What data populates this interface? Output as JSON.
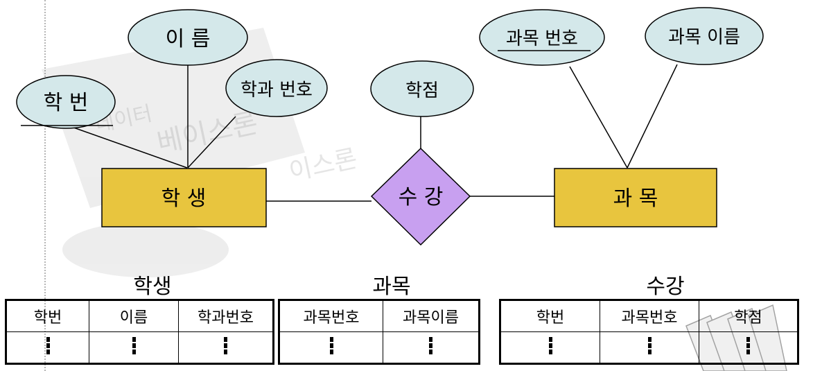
{
  "diagram": {
    "entities": [
      {
        "id": "student",
        "label": "학 생"
      },
      {
        "id": "course",
        "label": "과 목"
      }
    ],
    "relationship": {
      "id": "enroll",
      "label": "수 강"
    },
    "attributes": [
      {
        "id": "student-id",
        "label": "학 번",
        "key": true
      },
      {
        "id": "name",
        "label": "이 름",
        "key": false
      },
      {
        "id": "dept-no",
        "label": "학과 번호",
        "key": false
      },
      {
        "id": "grade",
        "label": "학점",
        "key": false
      },
      {
        "id": "course-no",
        "label": "과목 번호",
        "key": true
      },
      {
        "id": "course-name",
        "label": "과목 이름",
        "key": false
      }
    ],
    "colors": {
      "attribute_fill": "#d4e8ea",
      "entity_fill": "#e8c53e",
      "relationship_fill": "#c8a0f0"
    }
  },
  "tables": [
    {
      "title": "학생",
      "columns": [
        "학번",
        "이름",
        "학과번호"
      ],
      "rows": [
        [
          "⋮",
          "⋮",
          "⋮"
        ]
      ]
    },
    {
      "title": "과목",
      "columns": [
        "과목번호",
        "과목이름"
      ],
      "rows": [
        [
          "⋮",
          "⋮"
        ]
      ]
    },
    {
      "title": "수강",
      "columns": [
        "학번",
        "과목번호",
        "학점"
      ],
      "rows": [
        [
          "⋮",
          "⋮",
          "⋮"
        ]
      ]
    }
  ]
}
